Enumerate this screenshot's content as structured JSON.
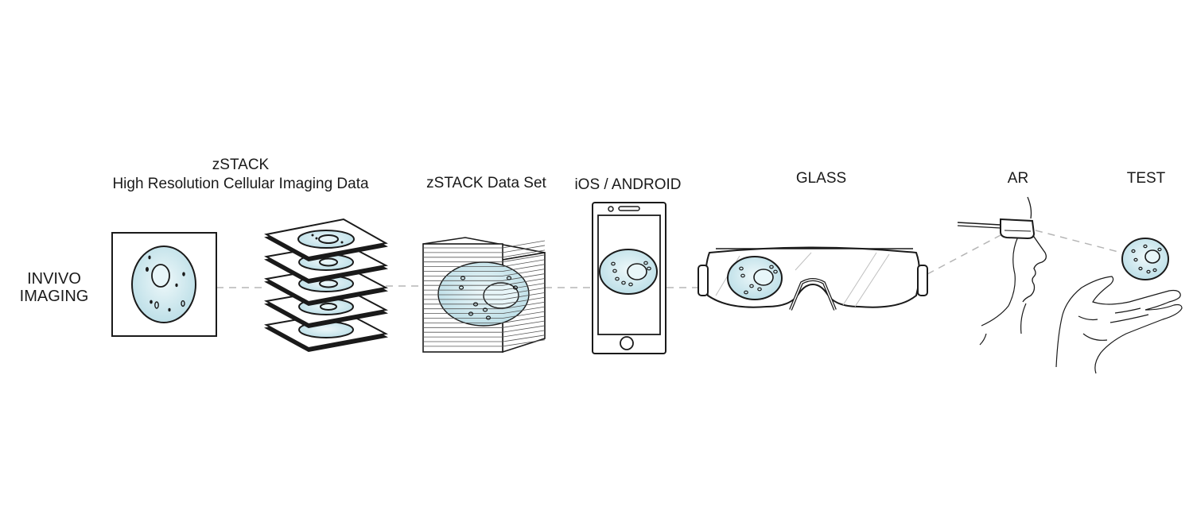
{
  "labels": {
    "invivo_line1": "INVIVO",
    "invivo_line2": "IMAGING",
    "zstack_line1": "zSTACK",
    "zstack_line2": "High Resolution Cellular Imaging Data",
    "dataset": "zSTACK Data Set",
    "mobile": "iOS / ANDROID",
    "glass": "GLASS",
    "ar": "AR",
    "test": "TEST"
  },
  "colors": {
    "cell_fill": "#cfe8ee",
    "stroke": "#1a1a1a",
    "connector": "#b5b5b5"
  },
  "icons": [
    "microscope-slide-icon",
    "stacked-slides-icon",
    "data-cube-icon",
    "smartphone-icon",
    "vr-glasses-icon",
    "person-with-smart-glasses-icon",
    "hand-icon",
    "floating-cell-icon"
  ]
}
